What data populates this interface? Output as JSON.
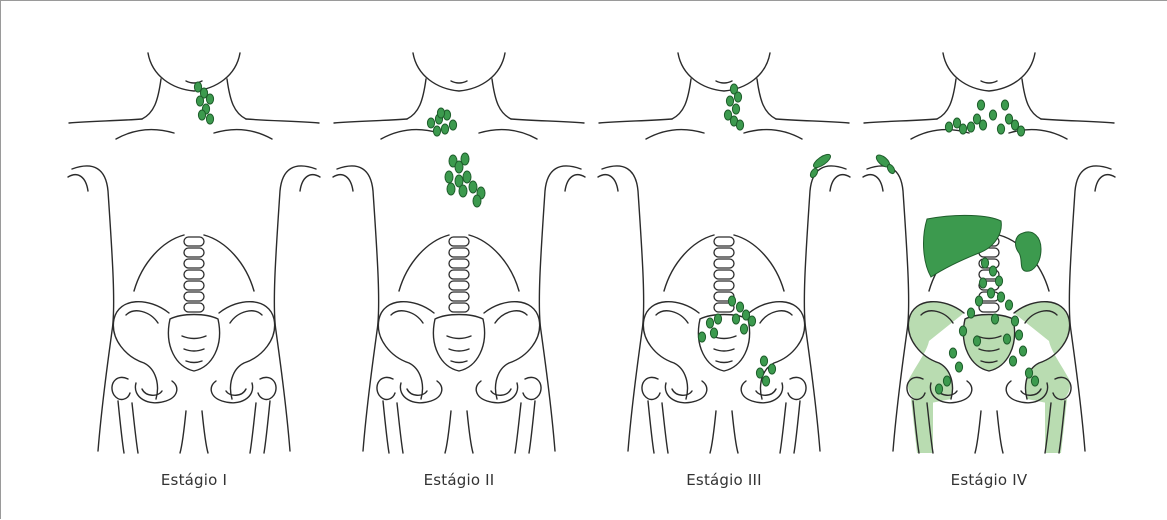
{
  "stages": [
    {
      "label": "Estágio I"
    },
    {
      "label": "Estágio II"
    },
    {
      "label": "Estágio III"
    },
    {
      "label": "Estágio IV"
    }
  ],
  "colors": {
    "line": "#2b2b2b",
    "node_fill": "#3c9a4e",
    "node_stroke": "#1f5e2c",
    "organ_fill": "#3c9a4e",
    "bone_fill": "#b9dcb1"
  }
}
